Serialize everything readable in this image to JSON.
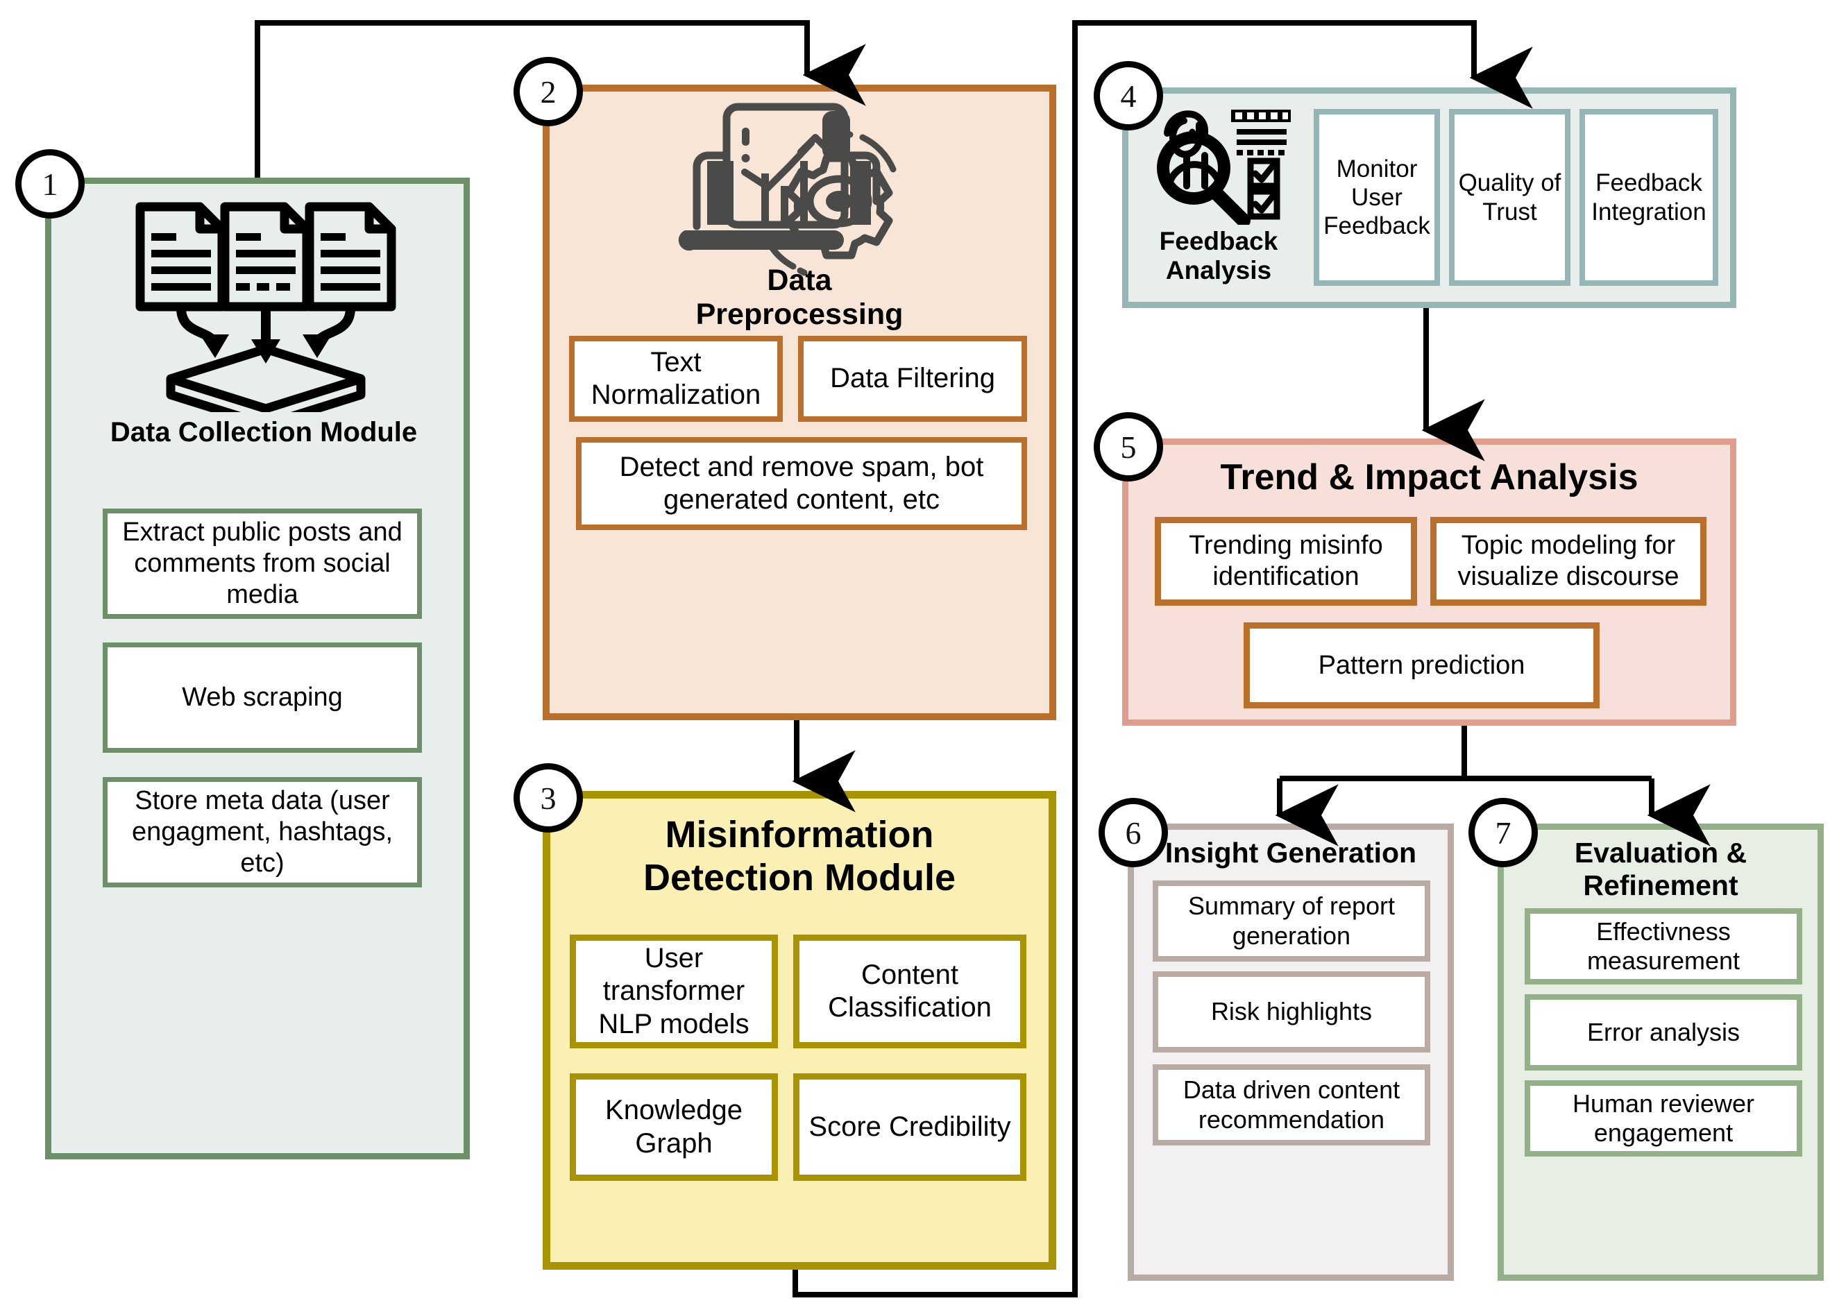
{
  "diagram": {
    "title": "Misinformation detection and analysis pipeline",
    "colors": {
      "green_border": "#6e9068",
      "green_fill": "#e8eeec",
      "orange_border": "#ba6f2b",
      "orange_fill": "#f7e6d8",
      "yellow_border": "#a89400",
      "yellow_fill": "#faf0b4",
      "teal_border": "#96b5b5",
      "teal_fill": "#e8eeec",
      "pink_border": "#e09c8d",
      "pink_fill": "#f7e0da",
      "grey_border": "#b9aaa4",
      "grey_fill": "#f2f0f0",
      "sage_border": "#93b089",
      "sage_fill": "#e7eee3",
      "arrow": "#000000"
    }
  },
  "modules": [
    {
      "number": "1",
      "title": "Data Collection Module",
      "icon": "documents-to-storage-icon",
      "items": [
        "Extract public posts and comments from social media",
        "Web scraping",
        "Store meta data (user engagment, hashtags, etc)"
      ]
    },
    {
      "number": "2",
      "title": "Data\nPreprocessing",
      "title_line1": "Data",
      "title_line2": "Preprocessing",
      "icon": "laptop-chart-gear-icon",
      "items": [
        "Text Normalization",
        "Data Filtering",
        "Detect and remove spam, bot generated content, etc"
      ]
    },
    {
      "number": "3",
      "title_line1": "Misinformation",
      "title_line2": "Detection Module",
      "items": [
        "User transformer NLP models",
        "Content Classification",
        "Knowledge Graph",
        "Score Credibility"
      ]
    },
    {
      "number": "4",
      "title_line1": "Feedback",
      "title_line2": "Analysis",
      "icon": "person-magnifier-checklist-icon",
      "items": [
        "Monitor User Feedback",
        "Quality of Trust",
        "Feedback Integration"
      ]
    },
    {
      "number": "5",
      "title": "Trend & Impact Analysis",
      "items": [
        "Trending misinfo identification",
        "Topic modeling for visualize discourse",
        "Pattern prediction"
      ]
    },
    {
      "number": "6",
      "title": "Insight Generation",
      "items": [
        "Summary of report generation",
        "Risk highlights",
        "Data driven content recommendation"
      ]
    },
    {
      "number": "7",
      "title_line1": "Evaluation &",
      "title_line2": "Refinement",
      "items": [
        "Effectivness measurement",
        "Error analysis",
        "Human reviewer engagement"
      ]
    }
  ]
}
